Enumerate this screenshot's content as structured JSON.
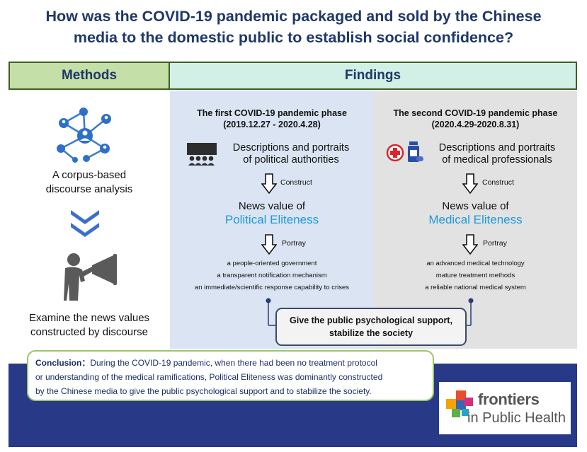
{
  "title": {
    "line1": "How was the COVID-19 pandemic packaged and sold by the Chinese",
    "line2": "media to the domestic public to establish social confidence?"
  },
  "methods": {
    "heading": "Methods",
    "step1_line1": "A corpus-based",
    "step1_line2": "discourse analysis",
    "step2_line1": "Examine the news values",
    "step2_line2": "constructed by discourse"
  },
  "findings": {
    "heading": "Findings",
    "phase1": {
      "title_line1": "The first COVID-19 pandemic phase",
      "title_line2": "(2019.12.27 - 2020.4.28)",
      "desc_line1": "Descriptions and portraits",
      "desc_line2": "of political authorities",
      "construct_label": "Construct",
      "news_value_label": "News value of",
      "eliteness_label": "Political Eliteness",
      "portray_label": "Portray",
      "points": [
        "a people-oriented government",
        "a transparent notification mechanism",
        "an immediate/scientific response capability to crises"
      ]
    },
    "phase2": {
      "title_line1": "The second COVID-19 pandemic phase",
      "title_line2": "(2020.4.29-2020.8.31)",
      "desc_line1": "Descriptions and portraits",
      "desc_line2": "of medical professionals",
      "construct_label": "Construct",
      "news_value_label": "News value of",
      "eliteness_label": "Medical Eliteness",
      "portray_label": "Portray",
      "points": [
        "an advanced medical technology",
        "mature treatment methods",
        "a reliable national medical system"
      ]
    },
    "support_line1": "Give the public psychological support,",
    "support_line2": "stabilize the society"
  },
  "conclusion": {
    "label": "Conclusion：",
    "line1": "During the COVID-19 pandemic, when there had been no treatment protocol",
    "line2": "or understanding of the medical ramifications, Political Eliteness was dominantly constructed",
    "line3": "by the Chinese media to give the public psychological support and to stabilize the society."
  },
  "logo": {
    "word1": "frontiers",
    "word2": "in Public Health"
  },
  "colors": {
    "title": "#1f3869",
    "methods_bg": "#c5dfa8",
    "findings_bg": "#d3f0e6",
    "phase1_bg": "#dae4f2",
    "phase2_bg": "#e2e2e2",
    "eliteness": "#1e9ad6",
    "band": "#283a87",
    "conclusion_border": "#9cc46c"
  },
  "icons": [
    "network-icon",
    "chevron-down-icon",
    "megaphone-person-icon",
    "meeting-icon",
    "medical-cross-icon",
    "medicine-bottle-icon",
    "down-arrow-icon",
    "frontiers-logo-icon"
  ]
}
